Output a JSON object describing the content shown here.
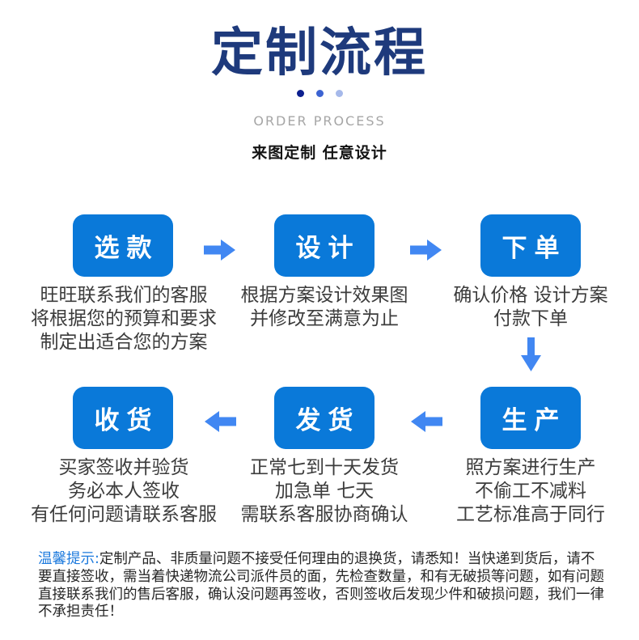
{
  "header": {
    "title": "定制流程",
    "subtitle_en": "ORDER PROCESS",
    "tagline": "来图定制 任意设计"
  },
  "flow": {
    "steps": [
      {
        "label": "选款",
        "desc_lines": [
          "旺旺联系我们的客服",
          "将根据您的预算和要求",
          "制定出适合您的方案"
        ]
      },
      {
        "label": "设计",
        "desc_lines": [
          "根据方案设计效果图",
          "并修改至满意为止"
        ]
      },
      {
        "label": "下单",
        "desc_lines": [
          "确认价格 设计方案",
          "付款下单"
        ]
      },
      {
        "label": "生产",
        "desc_lines": [
          "照方案进行生产",
          "不偷工不减料",
          "工艺标准高于同行"
        ]
      },
      {
        "label": "发货",
        "desc_lines": [
          "正常七到十天发货",
          "加急单 七天",
          "需联系客服协商确认"
        ]
      },
      {
        "label": "收货",
        "desc_lines": [
          "买家签收并验货",
          "务必本人签收",
          "有任何问题请联系客服"
        ]
      }
    ]
  },
  "notice": {
    "label": "温馨提示:",
    "text": "定制产品、非质量问题不接受任何理由的退换货，请悉知！当快递到货后，请不要直接签收，需当着快递物流公司派件员的面，先检查数量，和有无破损等问题，如有问题直接联系我们的售后客服，确认没问题再签收，否则签收后发现少件和破损问题，我们一律不承担责任！"
  },
  "colors": {
    "title-navy": "#1e3a7c",
    "box-blue": "#0a79d9",
    "arrow-blue": "#4187f2",
    "subtitle-gray": "#a6a6a6",
    "body-text": "#3c3c3c",
    "notice-label-blue": "#1b79dd",
    "dot-dark": "#0c1f8f",
    "dot-mid": "#3c63d2",
    "dot-light": "#a6b9ea"
  }
}
